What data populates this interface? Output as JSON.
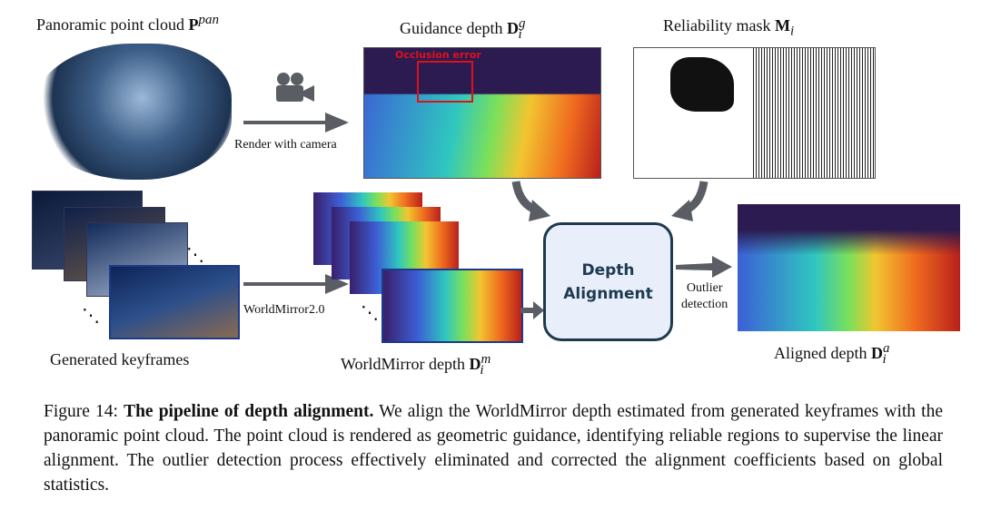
{
  "labels": {
    "point_cloud": "Panoramic point cloud ",
    "point_cloud_sym": "P",
    "point_cloud_sup": "pan",
    "guidance": "Guidance depth ",
    "guidance_sym": "D",
    "guidance_sup": "g",
    "guidance_sub": "i",
    "mask": "Reliability mask ",
    "mask_sym": "M",
    "mask_sub": "i",
    "occlusion": "Occlusion error",
    "render": "Render with camera",
    "keyframes": "Generated keyframes",
    "worldmirror_model": "WorldMirror2.0",
    "wm_depth": "WorldMirror depth ",
    "wm_sym": "D",
    "wm_sup": "m",
    "wm_sub": "i",
    "box_line1": "Depth",
    "box_line2": "Alignment",
    "outlier1": "Outlier",
    "outlier2": "detection",
    "aligned": "Aligned depth ",
    "aligned_sym": "D",
    "aligned_sup": "a",
    "aligned_sub": "i"
  },
  "caption": {
    "prefix": "Figure 14: ",
    "bold": "The pipeline of depth alignment.",
    "text": " We align the WorldMirror depth estimated from generated keyframes with the panoramic point cloud. The point cloud is rendered as geometric guidance, identifying reliable regions to supervise the linear alignment. The outlier detection process effectively eliminated and corrected the alignment coefficients based on global statistics."
  },
  "colors": {
    "arrow": "#5a5d63",
    "box_fill": "#e8effa",
    "box_border": "#1d3a4f",
    "occlusion": "#e0101a"
  }
}
